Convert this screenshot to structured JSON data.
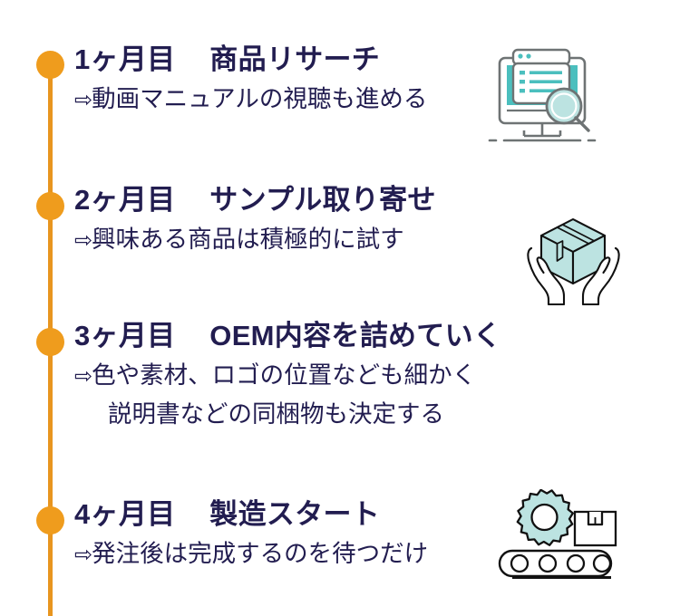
{
  "theme": {
    "background": "#ffffff",
    "timeline_color": "#EF9C1D",
    "text_color": "#221D50",
    "icon_teal": "#4BBFBE",
    "icon_teal_light": "#BCE3E1",
    "icon_gray": "#6E7374",
    "icon_black": "#111111"
  },
  "timeline": {
    "steps": [
      {
        "id": "step-1",
        "month": "1ヶ月目",
        "title": "商品リサーチ",
        "arrow": "⇨",
        "descriptions": [
          "動画マニュアルの視聴も進める"
        ],
        "icon": "monitor-research-icon"
      },
      {
        "id": "step-2",
        "month": "2ヶ月目",
        "title": "サンプル取り寄せ",
        "arrow": "⇨",
        "descriptions": [
          "興味ある商品は積極的に試す"
        ],
        "icon": "hands-holding-box-icon"
      },
      {
        "id": "step-3",
        "month": "3ヶ月目",
        "title": "OEM内容を詰めていく",
        "arrow": "⇨",
        "descriptions": [
          "色や素材、ロゴの位置なども細かく",
          "説明書などの同梱物も決定する"
        ],
        "icon": ""
      },
      {
        "id": "step-4",
        "month": "4ヶ月目",
        "title": "製造スタート",
        "arrow": "⇨",
        "descriptions": [
          "発注後は完成するのを待つだけ"
        ],
        "icon": "gear-conveyor-icon"
      }
    ]
  }
}
